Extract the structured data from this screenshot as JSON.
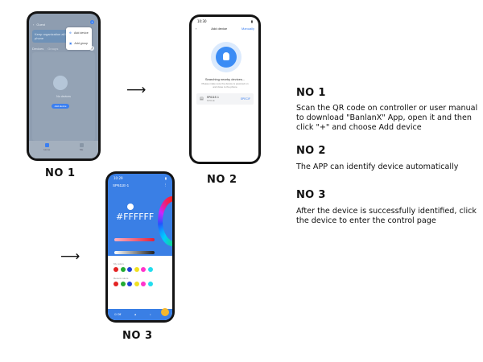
{
  "steps": [
    {
      "caption": "NO 1",
      "screen": {
        "title": "Guest",
        "banner": "Keep organization all in your phone",
        "menu": [
          "Add device",
          "Add group"
        ],
        "tabs": [
          "Devices",
          "Groups"
        ],
        "count": "0",
        "empty_text": "No devices",
        "add_button": "Add device",
        "nav": [
          "Home",
          "Me"
        ]
      }
    },
    {
      "caption": "NO 2",
      "screen": {
        "time": "10:30",
        "title": "Add device",
        "manual": "Manually",
        "scanning": "Searching nearby devices...",
        "hint": "Please make sure the device is powered on and close to the phone",
        "device_name": "SP611E-1",
        "device_sub": "SP611E",
        "connect": "SPECIF"
      }
    },
    {
      "caption": "NO 3",
      "screen": {
        "time": "10:29",
        "device_name": "SP611E-1",
        "color_value": "#FFFFFF",
        "panel_label_1": "My colors",
        "panel_label_2": "Recent colors",
        "bottom_label": "Off"
      }
    }
  ],
  "info": [
    {
      "heading": "NO 1",
      "body": "Scan the QR code on controller or user manual to download \"BanlanX\" App, open it and then click \"+\" and choose Add device"
    },
    {
      "heading": "NO 2",
      "body": "The APP can identify device automatically"
    },
    {
      "heading": "NO 3",
      "body": "After the device is successfully identified, click the device to enter the control page"
    }
  ],
  "arrow_glyph": "⟶",
  "colors": {
    "phone_frame": "#141414",
    "accent_blue": "#3b7ff0",
    "control_blue": "#3a7fe5",
    "swatches_row1": [
      "#e32222",
      "#22aa33",
      "#1f3fd6",
      "#f0e020",
      "#ff33cc",
      "#22ddee"
    ],
    "swatches_row2": [
      "#e32222",
      "#22aa33",
      "#1f3fd6",
      "#f0e020",
      "#ff33cc",
      "#22ddee"
    ]
  }
}
